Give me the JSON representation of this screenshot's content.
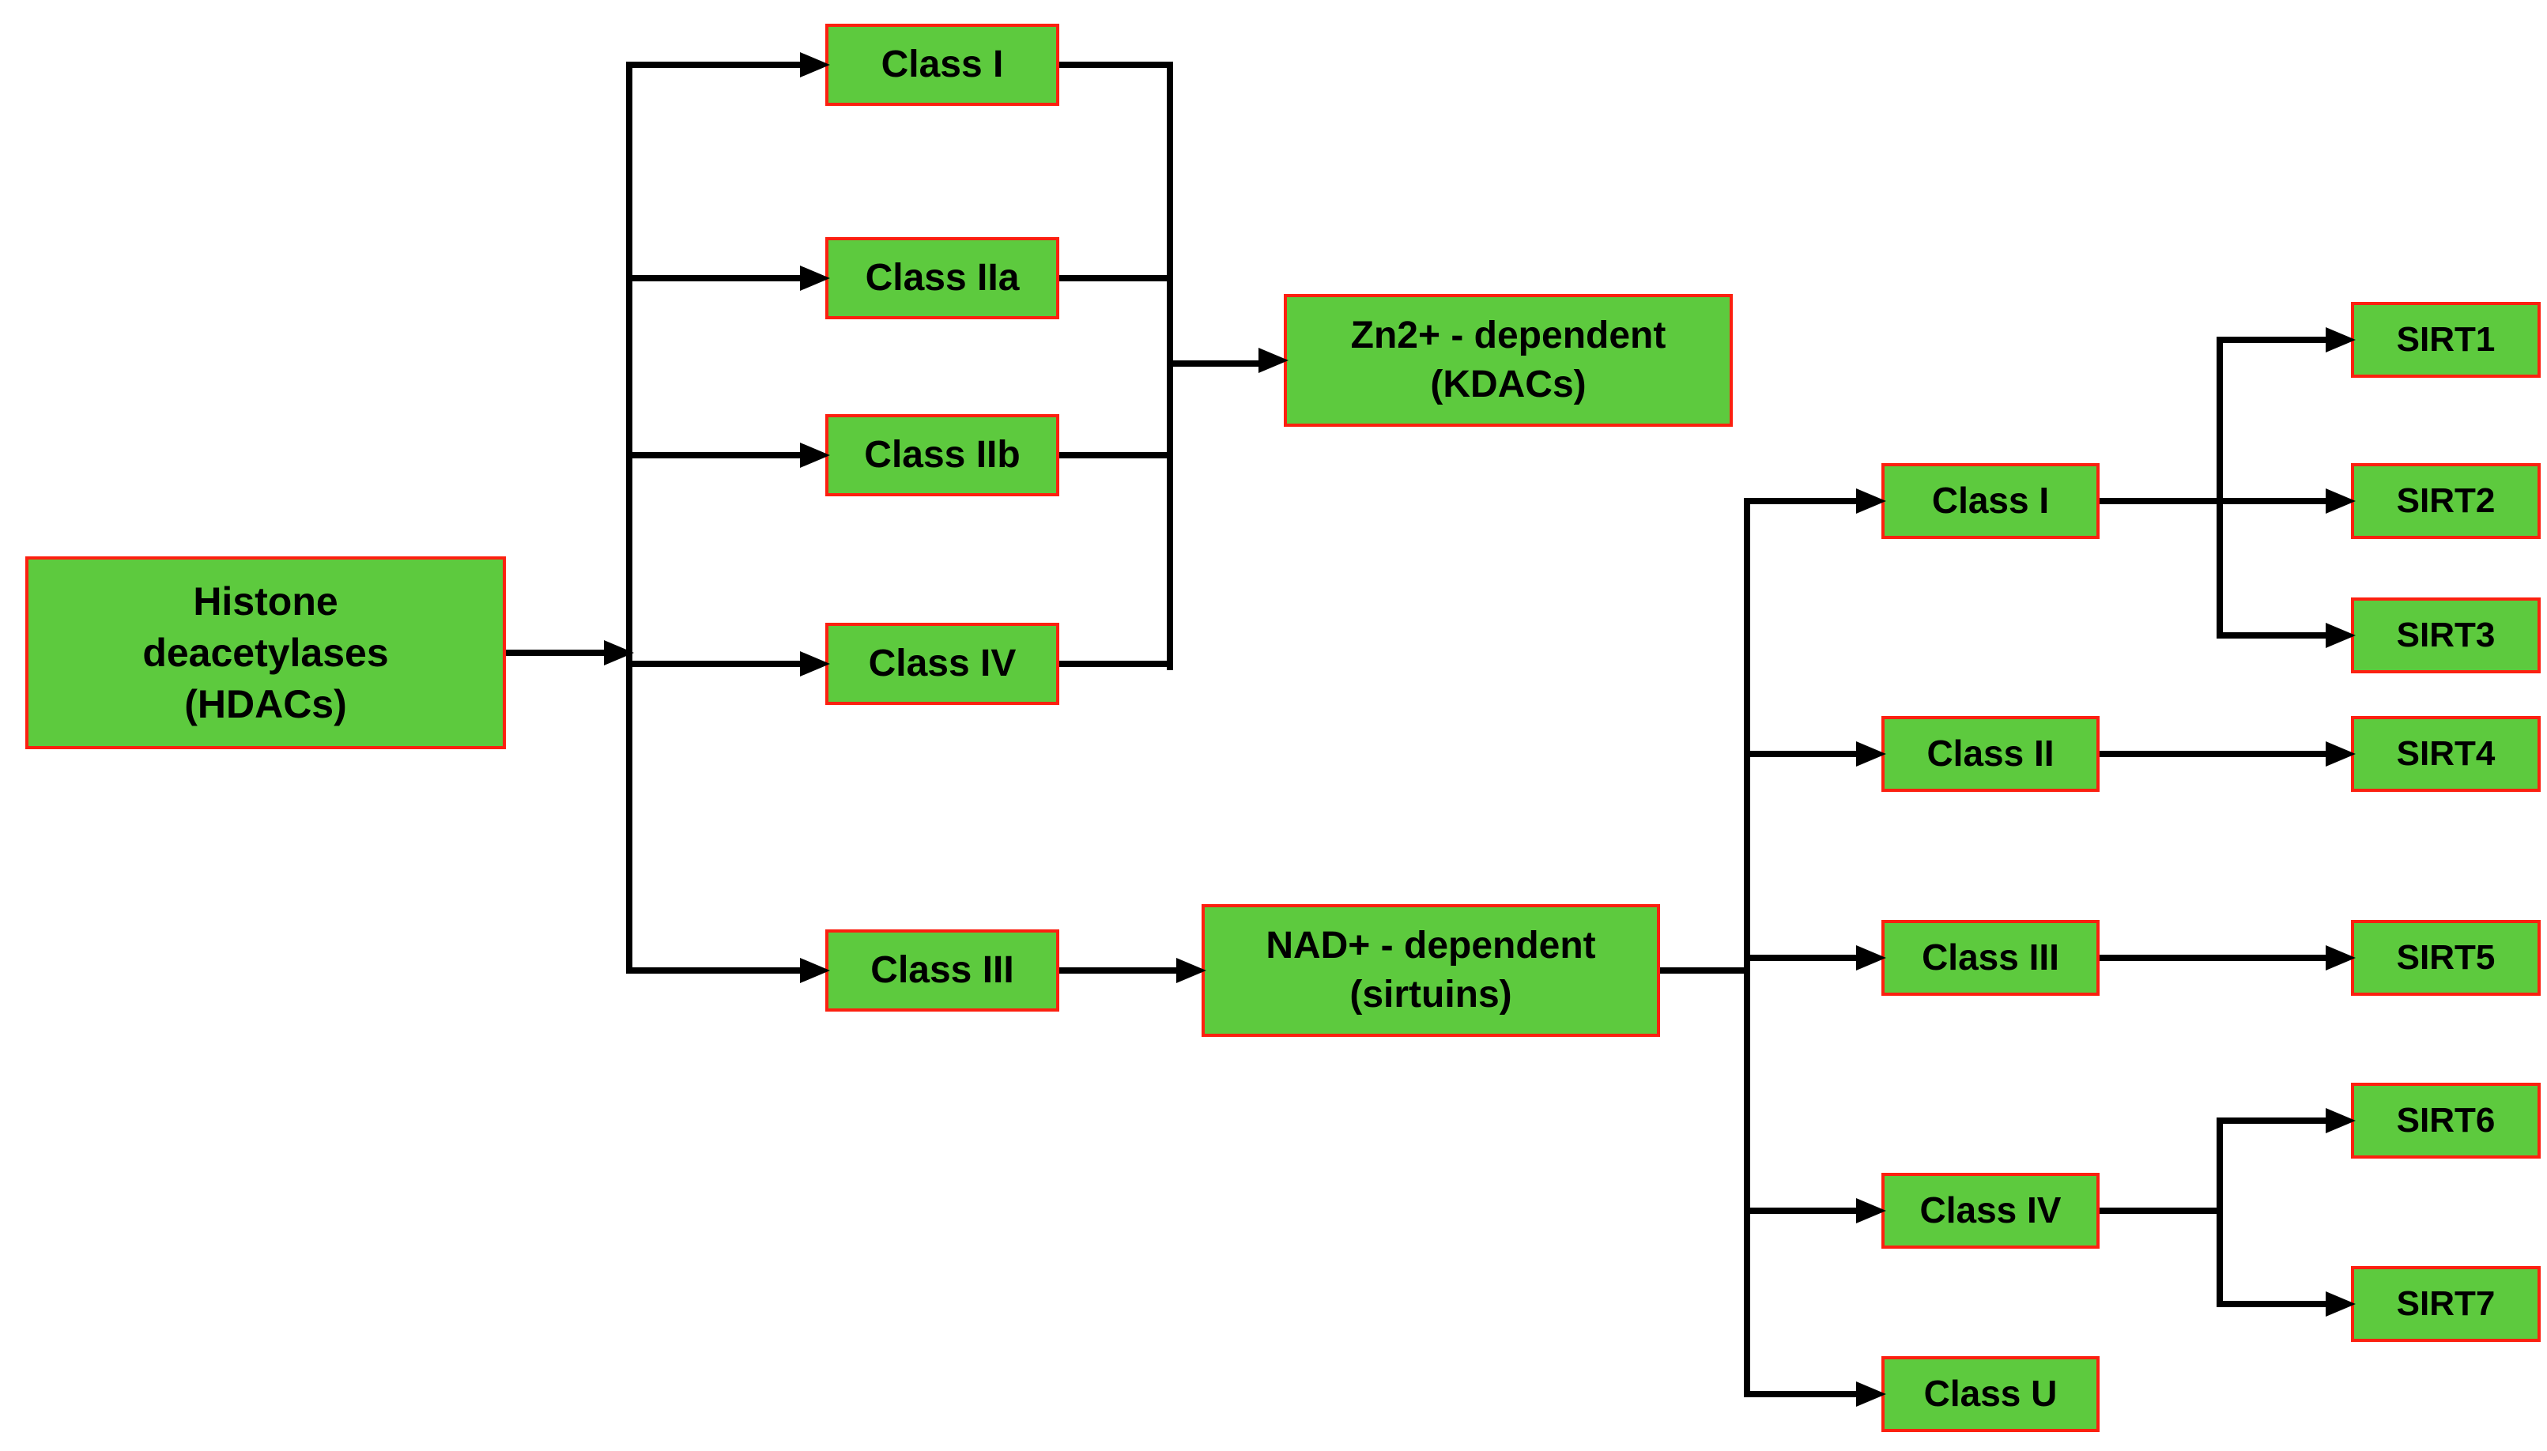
{
  "diagram": {
    "title": "Histone deacetylases (HDACs) classification flowchart",
    "colors": {
      "node_fill": "#5dca3e",
      "node_border": "#fc2010",
      "connector": "#000000",
      "text": "#000000",
      "background": "#ffffff"
    },
    "nodes": {
      "root": {
        "line1": "Histone",
        "line2": "deacetylases",
        "line3": "(HDACs)"
      },
      "class_i": {
        "label": "Class I"
      },
      "class_iia": {
        "label": "Class IIa"
      },
      "class_iib": {
        "label": "Class IIb"
      },
      "class_iv": {
        "label": "Class IV"
      },
      "class_iii": {
        "label": "Class III"
      },
      "zn_dependent": {
        "line1": "Zn2+ - dependent",
        "line2": "(KDACs)"
      },
      "nad_dependent": {
        "line1": "NAD+ - dependent",
        "line2": "(sirtuins)"
      },
      "sirtuin_class_i": {
        "label": "Class I"
      },
      "sirtuin_class_ii": {
        "label": "Class II"
      },
      "sirtuin_class_iii": {
        "label": "Class III"
      },
      "sirtuin_class_iv": {
        "label": "Class IV"
      },
      "sirtuin_class_u": {
        "label": "Class U"
      },
      "sirt1": {
        "label": "SIRT1"
      },
      "sirt2": {
        "label": "SIRT2"
      },
      "sirt3": {
        "label": "SIRT3"
      },
      "sirt4": {
        "label": "SIRT4"
      },
      "sirt5": {
        "label": "SIRT5"
      },
      "sirt6": {
        "label": "SIRT6"
      },
      "sirt7": {
        "label": "SIRT7"
      }
    },
    "edges": [
      {
        "from": "Histone deacetylases (HDACs)",
        "to": "Class I"
      },
      {
        "from": "Histone deacetylases (HDACs)",
        "to": "Class IIa"
      },
      {
        "from": "Histone deacetylases (HDACs)",
        "to": "Class IIb"
      },
      {
        "from": "Histone deacetylases (HDACs)",
        "to": "Class IV"
      },
      {
        "from": "Histone deacetylases (HDACs)",
        "to": "Class III"
      },
      {
        "from": "Class I",
        "to": "Zn2+ - dependent (KDACs)"
      },
      {
        "from": "Class IIa",
        "to": "Zn2+ - dependent (KDACs)"
      },
      {
        "from": "Class IIb",
        "to": "Zn2+ - dependent (KDACs)"
      },
      {
        "from": "Class IV",
        "to": "Zn2+ - dependent (KDACs)"
      },
      {
        "from": "Class III",
        "to": "NAD+ - dependent (sirtuins)"
      },
      {
        "from": "NAD+ - dependent (sirtuins)",
        "to": "Class I (sirtuins)"
      },
      {
        "from": "NAD+ - dependent (sirtuins)",
        "to": "Class II (sirtuins)"
      },
      {
        "from": "NAD+ - dependent (sirtuins)",
        "to": "Class III (sirtuins)"
      },
      {
        "from": "NAD+ - dependent (sirtuins)",
        "to": "Class IV (sirtuins)"
      },
      {
        "from": "NAD+ - dependent (sirtuins)",
        "to": "Class U (sirtuins)"
      },
      {
        "from": "Class I (sirtuins)",
        "to": "SIRT1"
      },
      {
        "from": "Class I (sirtuins)",
        "to": "SIRT2"
      },
      {
        "from": "Class I (sirtuins)",
        "to": "SIRT3"
      },
      {
        "from": "Class II (sirtuins)",
        "to": "SIRT4"
      },
      {
        "from": "Class III (sirtuins)",
        "to": "SIRT5"
      },
      {
        "from": "Class IV (sirtuins)",
        "to": "SIRT6"
      },
      {
        "from": "Class IV (sirtuins)",
        "to": "SIRT7"
      }
    ]
  }
}
